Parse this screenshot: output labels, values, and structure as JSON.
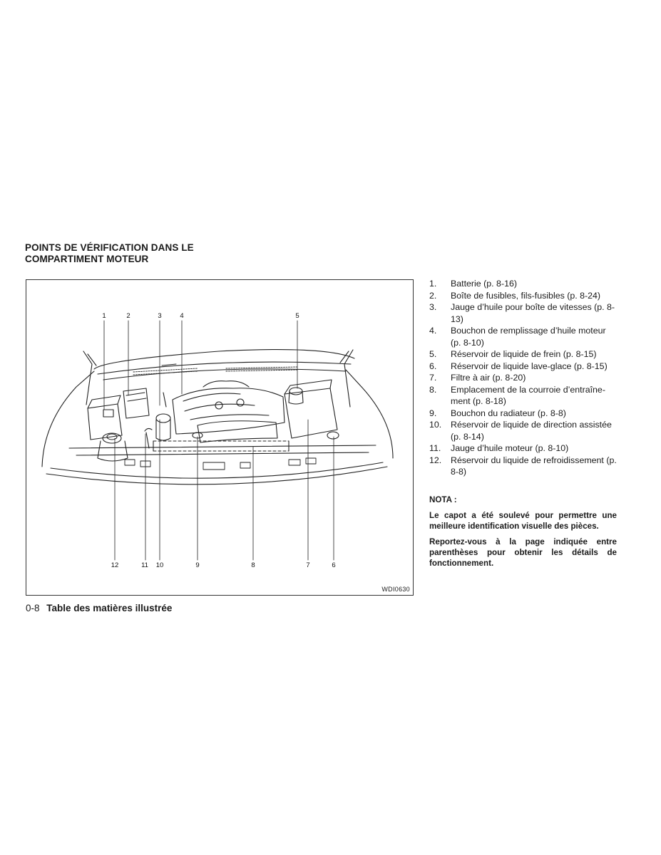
{
  "section": {
    "title_line1": "POINTS DE VÉRIFICATION DANS LE",
    "title_line2": "COMPARTIMENT MOTEUR"
  },
  "figure": {
    "code": "WDI0630",
    "callouts_top": [
      "1",
      "2",
      "3",
      "4",
      "5"
    ],
    "callouts_bottom": [
      "12",
      "11",
      "10",
      "9",
      "8",
      "7",
      "6"
    ]
  },
  "legend": [
    {
      "num": "1.",
      "text": "Batterie (p. 8-16)"
    },
    {
      "num": "2.",
      "text": "Boîte de fusibles, fils-fusibles (p. 8-24)"
    },
    {
      "num": "3.",
      "text": "Jauge d’huile pour boîte de vitesses (p. 8-13)"
    },
    {
      "num": "4.",
      "text": "Bouchon de remplissage d’huile moteur (p. 8-10)"
    },
    {
      "num": "5.",
      "text": "Réservoir de liquide de frein (p. 8-15)"
    },
    {
      "num": "6.",
      "text": "Réservoir de liquide lave-glace (p. 8-15)"
    },
    {
      "num": "7.",
      "text": "Filtre à air (p. 8-20)"
    },
    {
      "num": "8.",
      "text": "Emplacement de la courroie d’entraîne-ment (p. 8-18)"
    },
    {
      "num": "9.",
      "text": "Bouchon du radiateur (p. 8-8)"
    },
    {
      "num": "10.",
      "text": "Réservoir de liquide de direction assistée (p. 8-14)"
    },
    {
      "num": "11.",
      "text": "Jauge d’huile moteur (p. 8-10)"
    },
    {
      "num": "12.",
      "text": "Réservoir du liquide de refroidissement (p. 8-8)"
    }
  ],
  "notes": {
    "label": "NOTA :",
    "note1": "Le capot a été soulevé pour permettre une meilleure identification visuelle des pièces.",
    "note2": "Reportez-vous à la page indiquée entre parenthèses pour obtenir les détails de fonctionnement."
  },
  "footer": {
    "page_number": "0-8",
    "title": "Table des matières illustrée"
  }
}
